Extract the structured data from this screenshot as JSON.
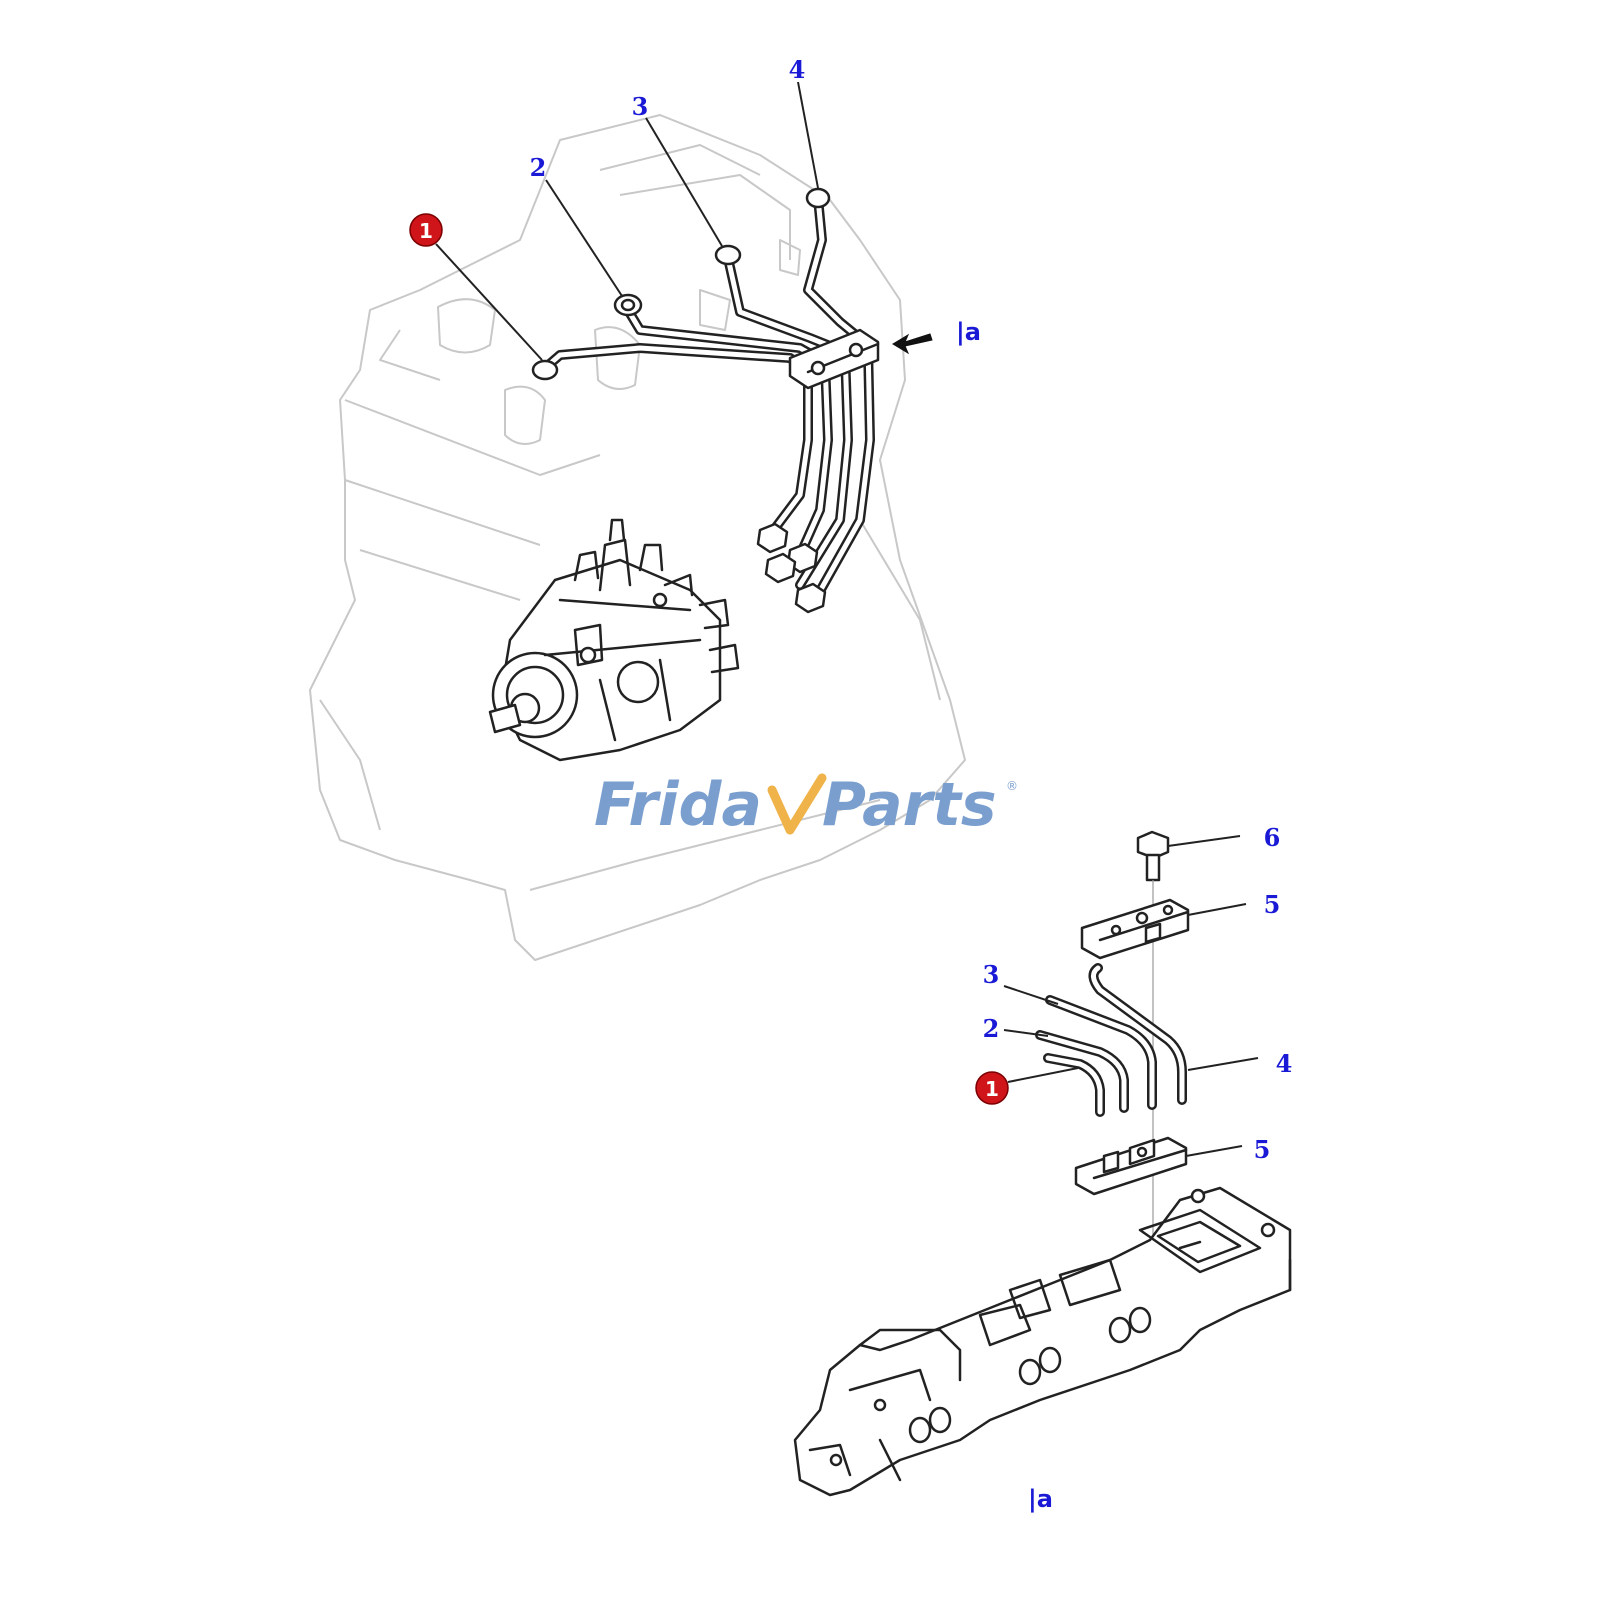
{
  "callouts_top": {
    "c1": "1",
    "c2": "2",
    "c3": "3",
    "c4": "4",
    "view_ref": "|a"
  },
  "callouts_detail": {
    "c1": "1",
    "c2": "2",
    "c3": "3",
    "c4": "4",
    "c5_upper": "5",
    "c5_lower": "5",
    "c6": "6",
    "view_ref": "|a"
  },
  "watermark": {
    "text_friday": "Frida",
    "text_parts": "Parts",
    "registered": "®"
  },
  "colors": {
    "callout_text": "#1a1ad6",
    "highlight_badge": "#d0151a",
    "watermark": "#7a9fcf",
    "watermark_accent": "#f0b34a"
  },
  "icons": {
    "arrow": "view-direction-arrow-icon"
  }
}
